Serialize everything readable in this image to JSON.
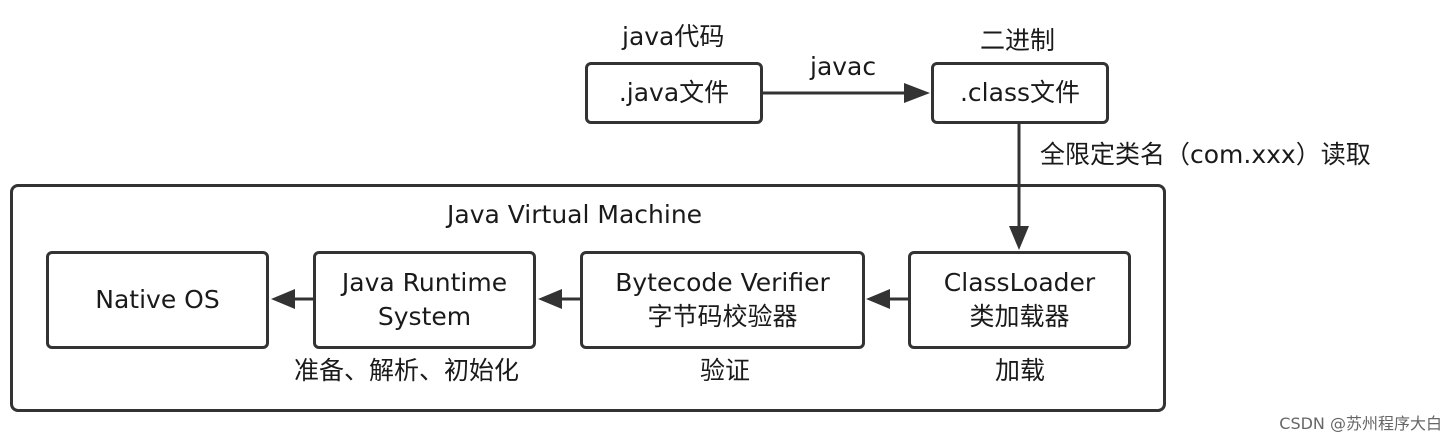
{
  "top": {
    "java_caption": "java代码",
    "java_box": ".java文件",
    "javac_label": "javac",
    "binary_caption": "二进制",
    "class_box": ".class文件",
    "load_label": "全限定类名（com.xxx）读取"
  },
  "jvm": {
    "title": "Java Virtual Machine",
    "boxes": {
      "native_os": [
        "Native OS"
      ],
      "runtime": [
        "Java Runtime",
        "System"
      ],
      "verifier": [
        "Bytecode Verifier",
        "字节码校验器"
      ],
      "classloader": [
        "ClassLoader",
        "类加载器"
      ]
    },
    "captions": {
      "runtime": "准备、解析、初始化",
      "verifier": "验证",
      "classloader": "加载"
    }
  },
  "watermark": "CSDN @苏州程序大白",
  "colors": {
    "stroke": "#333333",
    "text": "#1a1a1a"
  }
}
